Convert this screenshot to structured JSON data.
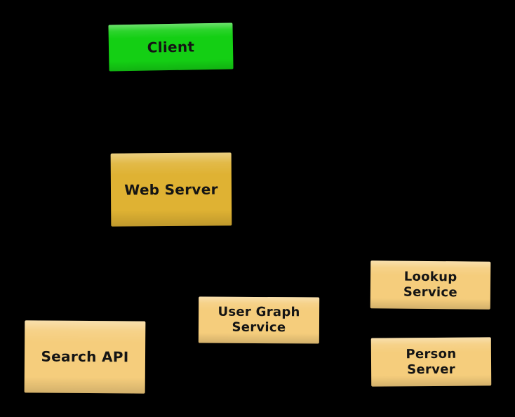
{
  "diagram": {
    "background_color": "#000000",
    "node_text_color": "#141414",
    "nodes": [
      {
        "id": "client",
        "label": "Client",
        "fill": "#14CF14"
      },
      {
        "id": "web-server",
        "label": "Web Server",
        "fill": "#DFB233"
      },
      {
        "id": "lookup-service",
        "label": "Lookup\nService",
        "fill": "#F5CD7C"
      },
      {
        "id": "user-graph-service",
        "label": "User Graph\nService",
        "fill": "#F5CD7C"
      },
      {
        "id": "search-api",
        "label": "Search API",
        "fill": "#F5CD7C"
      },
      {
        "id": "person-server",
        "label": "Person\nServer",
        "fill": "#F5CD7C"
      }
    ]
  }
}
